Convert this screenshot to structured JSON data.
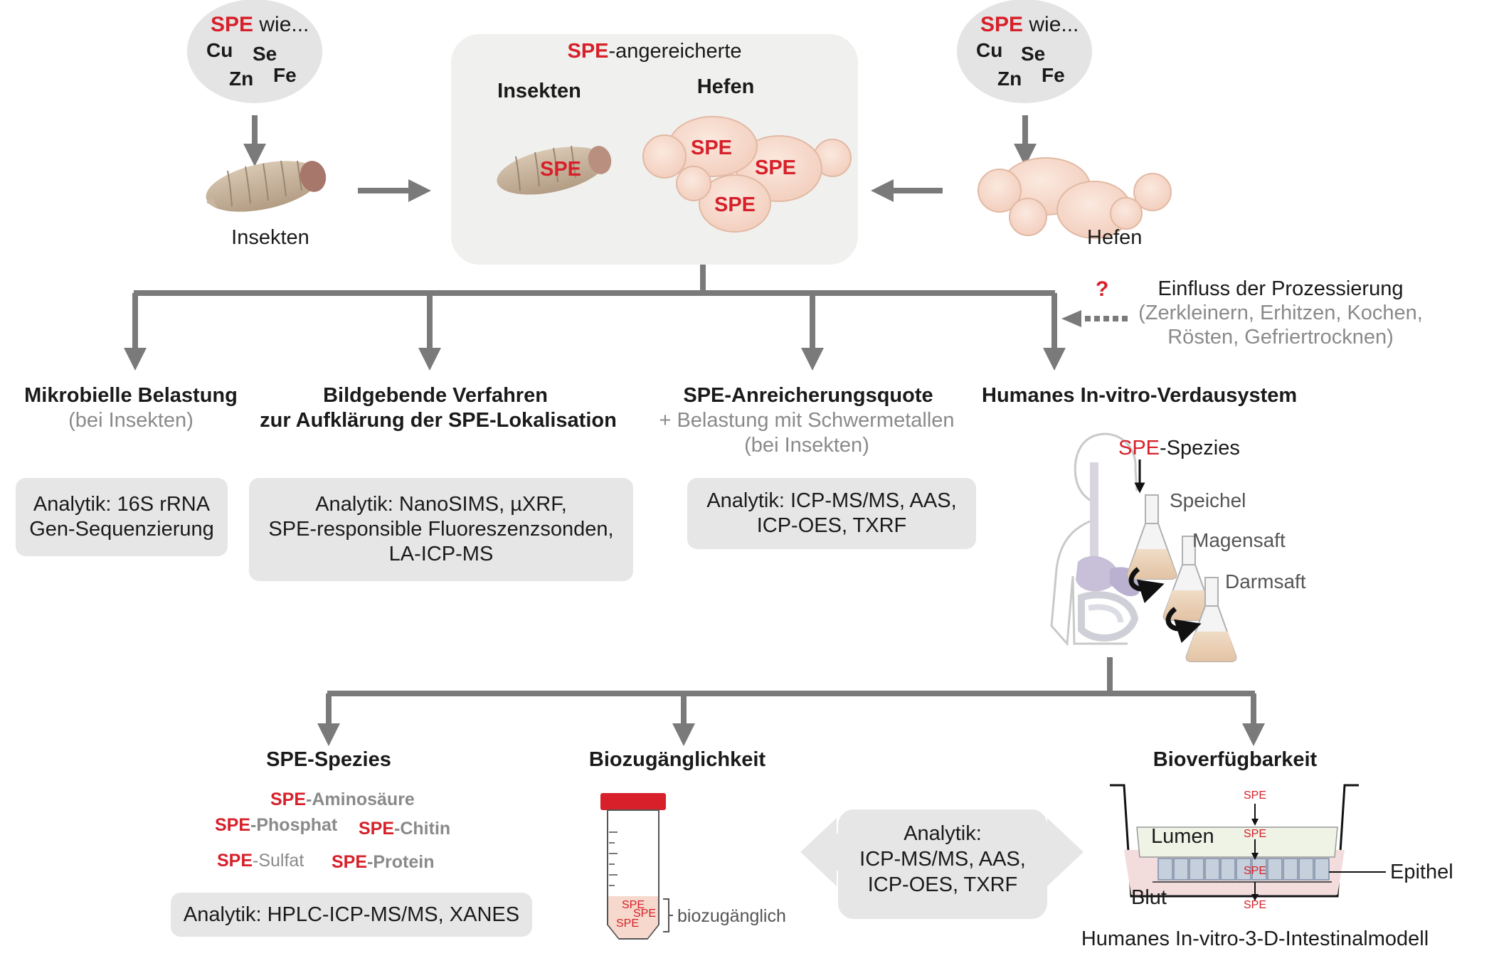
{
  "spe": "SPE",
  "source_left": {
    "prefix_rest": " wie...",
    "el1": "Cu",
    "el2": "Se",
    "el3": "Zn",
    "el4": "Fe",
    "label": "Insekten"
  },
  "source_right": {
    "prefix_rest": " wie...",
    "el1": "Cu",
    "el2": "Se",
    "el3": "Zn",
    "el4": "Fe",
    "label": "Hefen"
  },
  "enriched": {
    "title_rest": "-angereicherte",
    "insects": "Insekten",
    "yeasts": "Hefen"
  },
  "processing": {
    "question": "?",
    "title": "Einfluss der Prozessierung",
    "line1": "(Zerkleinern, Erhitzen, Kochen,",
    "line2": "Rösten, Gefriertrocknen)"
  },
  "branches": {
    "microbial": {
      "title": "Mikrobielle Belastung",
      "note": "(bei Insekten)",
      "analytics": [
        "Analytik: 16S rRNA",
        "Gen-Sequenzierung"
      ]
    },
    "imaging": {
      "title1": "Bildgebende Verfahren",
      "title2": "zur Aufklärung der SPE-Lokalisation",
      "analytics": [
        "Analytik: NanoSIMS, µXRF,",
        "SPE-responsible Fluoreszenzsonden,",
        "LA-ICP-MS"
      ]
    },
    "quota": {
      "title": "SPE-Anreicherungsquote",
      "note1": "+ Belastung mit Schwermetallen",
      "note2": "(bei Insekten)",
      "analytics": [
        "Analytik: ICP-MS/MS, AAS,",
        "ICP-OES, TXRF"
      ]
    },
    "digestion": {
      "title": "Humanes In-vitro-Verdausystem",
      "species_rest": "-Spezies",
      "saliva": "Speichel",
      "gastric": "Magensaft",
      "intestinal": "Darmsaft"
    }
  },
  "lower": {
    "species": {
      "title": "SPE-Spezies",
      "items": [
        {
          "rest": "-Aminosäure"
        },
        {
          "rest": "-Phosphat"
        },
        {
          "rest": "-Chitin"
        },
        {
          "rest": "-Sulfat"
        },
        {
          "rest": "-Protein"
        }
      ],
      "analytics": "Analytik: HPLC-ICP-MS/MS, XANES"
    },
    "bioaccess": {
      "title": "Biozugänglichkeit",
      "tube_label": "biozugänglich"
    },
    "center_analytics": [
      "Analytik:",
      "ICP-MS/MS, AAS,",
      "ICP-OES, TXRF"
    ],
    "bioavail": {
      "title": "Bioverfügbarkeit",
      "lumen": "Lumen",
      "blood": "Blut",
      "epithel": "Epithel",
      "caption": "Humanes In-vitro-3-D-Intestinalmodell"
    }
  },
  "colors": {
    "red": "#d7202a",
    "arrow": "#7a7a7a",
    "box": "#e6e6e6",
    "panel": "#f0f0ee",
    "note": "#8a8a8a"
  }
}
